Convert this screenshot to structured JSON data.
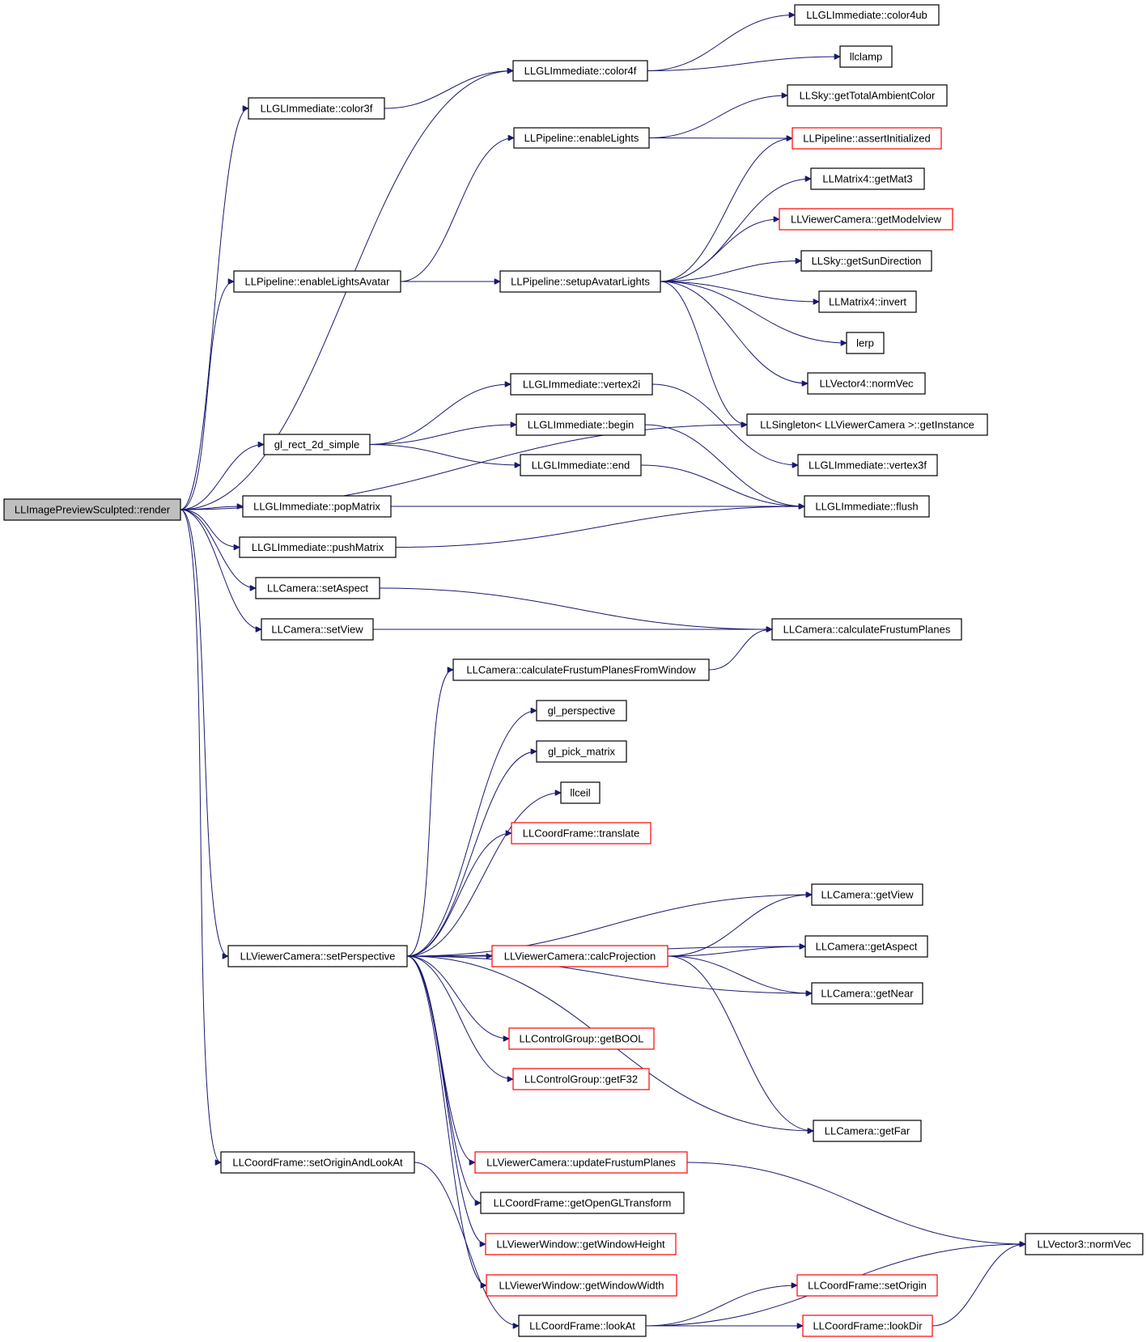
{
  "graph": {
    "root": "LLImagePreviewSculpted::render",
    "colors": {
      "edge": "#191970",
      "root_fill": "#bfbfbf",
      "normal_border": "#000000",
      "truncated_border": "#ff0000"
    },
    "nodes": [
      {
        "id": "render",
        "label": "LLImagePreviewSculpted::render",
        "style": "root"
      },
      {
        "id": "color4ub",
        "label": "LLGLImmediate::color4ub",
        "style": "normal"
      },
      {
        "id": "color4f",
        "label": "LLGLImmediate::color4f",
        "style": "normal"
      },
      {
        "id": "llclamp",
        "label": "llclamp",
        "style": "normal"
      },
      {
        "id": "color3f",
        "label": "LLGLImmediate::color3f",
        "style": "normal"
      },
      {
        "id": "getTotalAmbientColor",
        "label": "LLSky::getTotalAmbientColor",
        "style": "normal"
      },
      {
        "id": "enableLights",
        "label": "LLPipeline::enableLights",
        "style": "normal"
      },
      {
        "id": "assertInitialized",
        "label": "LLPipeline::assertInitialized",
        "style": "red"
      },
      {
        "id": "getMat3",
        "label": "LLMatrix4::getMat3",
        "style": "normal"
      },
      {
        "id": "getModelview",
        "label": "LLViewerCamera::getModelview",
        "style": "red"
      },
      {
        "id": "getSunDirection",
        "label": "LLSky::getSunDirection",
        "style": "normal"
      },
      {
        "id": "enableLightsAvatar",
        "label": "LLPipeline::enableLightsAvatar",
        "style": "normal"
      },
      {
        "id": "setupAvatarLights",
        "label": "LLPipeline::setupAvatarLights",
        "style": "normal"
      },
      {
        "id": "invert",
        "label": "LLMatrix4::invert",
        "style": "normal"
      },
      {
        "id": "lerp",
        "label": "lerp",
        "style": "normal"
      },
      {
        "id": "normVec4",
        "label": "LLVector4::normVec",
        "style": "normal"
      },
      {
        "id": "vertex2i",
        "label": "LLGLImmediate::vertex2i",
        "style": "normal"
      },
      {
        "id": "begin",
        "label": "LLGLImmediate::begin",
        "style": "normal"
      },
      {
        "id": "getInstance",
        "label": "LLSingleton< LLViewerCamera >::getInstance",
        "style": "normal"
      },
      {
        "id": "rect2d",
        "label": "gl_rect_2d_simple",
        "style": "normal"
      },
      {
        "id": "end",
        "label": "LLGLImmediate::end",
        "style": "normal"
      },
      {
        "id": "vertex3f",
        "label": "LLGLImmediate::vertex3f",
        "style": "normal"
      },
      {
        "id": "popMatrix",
        "label": "LLGLImmediate::popMatrix",
        "style": "normal"
      },
      {
        "id": "flush",
        "label": "LLGLImmediate::flush",
        "style": "normal"
      },
      {
        "id": "pushMatrix",
        "label": "LLGLImmediate::pushMatrix",
        "style": "normal"
      },
      {
        "id": "setAspect",
        "label": "LLCamera::setAspect",
        "style": "normal"
      },
      {
        "id": "setView",
        "label": "LLCamera::setView",
        "style": "normal"
      },
      {
        "id": "calcFrustum",
        "label": "LLCamera::calculateFrustumPlanes",
        "style": "normal"
      },
      {
        "id": "calcFrustumWin",
        "label": "LLCamera::calculateFrustumPlanesFromWindow",
        "style": "normal"
      },
      {
        "id": "glPerspective",
        "label": "gl_perspective",
        "style": "normal"
      },
      {
        "id": "glPickMatrix",
        "label": "gl_pick_matrix",
        "style": "normal"
      },
      {
        "id": "llceil",
        "label": "llceil",
        "style": "normal"
      },
      {
        "id": "translate",
        "label": "LLCoordFrame::translate",
        "style": "red"
      },
      {
        "id": "getView",
        "label": "LLCamera::getView",
        "style": "normal"
      },
      {
        "id": "setPerspective",
        "label": "LLViewerCamera::setPerspective",
        "style": "normal"
      },
      {
        "id": "calcProjection",
        "label": "LLViewerCamera::calcProjection",
        "style": "red"
      },
      {
        "id": "getAspect",
        "label": "LLCamera::getAspect",
        "style": "normal"
      },
      {
        "id": "getNear",
        "label": "LLCamera::getNear",
        "style": "normal"
      },
      {
        "id": "getBOOL",
        "label": "LLControlGroup::getBOOL",
        "style": "red"
      },
      {
        "id": "getF32",
        "label": "LLControlGroup::getF32",
        "style": "red"
      },
      {
        "id": "getFar",
        "label": "LLCamera::getFar",
        "style": "normal"
      },
      {
        "id": "setOriginAndLookAt",
        "label": "LLCoordFrame::setOriginAndLookAt",
        "style": "normal"
      },
      {
        "id": "updateFrustum",
        "label": "LLViewerCamera::updateFrustumPlanes",
        "style": "red"
      },
      {
        "id": "getOpenGLTransform",
        "label": "LLCoordFrame::getOpenGLTransform",
        "style": "normal"
      },
      {
        "id": "getWindowHeight",
        "label": "LLViewerWindow::getWindowHeight",
        "style": "red"
      },
      {
        "id": "normVec3",
        "label": "LLVector3::normVec",
        "style": "normal"
      },
      {
        "id": "getWindowWidth",
        "label": "LLViewerWindow::getWindowWidth",
        "style": "red"
      },
      {
        "id": "setOrigin",
        "label": "LLCoordFrame::setOrigin",
        "style": "red"
      },
      {
        "id": "lookAt",
        "label": "LLCoordFrame::lookAt",
        "style": "normal"
      },
      {
        "id": "lookDir",
        "label": "LLCoordFrame::lookDir",
        "style": "red"
      }
    ],
    "edges": [
      {
        "from": "render",
        "to": "color3f"
      },
      {
        "from": "render",
        "to": "color4f"
      },
      {
        "from": "render",
        "to": "enableLightsAvatar"
      },
      {
        "from": "render",
        "to": "getInstance"
      },
      {
        "from": "render",
        "to": "rect2d"
      },
      {
        "from": "render",
        "to": "popMatrix"
      },
      {
        "from": "render",
        "to": "pushMatrix"
      },
      {
        "from": "render",
        "to": "setAspect"
      },
      {
        "from": "render",
        "to": "setView"
      },
      {
        "from": "render",
        "to": "setPerspective"
      },
      {
        "from": "render",
        "to": "setOriginAndLookAt"
      },
      {
        "from": "color3f",
        "to": "color4f"
      },
      {
        "from": "color4f",
        "to": "color4ub"
      },
      {
        "from": "color4f",
        "to": "llclamp"
      },
      {
        "from": "enableLights",
        "to": "getTotalAmbientColor"
      },
      {
        "from": "enableLights",
        "to": "assertInitialized"
      },
      {
        "from": "enableLightsAvatar",
        "to": "enableLights"
      },
      {
        "from": "enableLightsAvatar",
        "to": "setupAvatarLights"
      },
      {
        "from": "setupAvatarLights",
        "to": "assertInitialized"
      },
      {
        "from": "setupAvatarLights",
        "to": "getMat3"
      },
      {
        "from": "setupAvatarLights",
        "to": "getModelview"
      },
      {
        "from": "setupAvatarLights",
        "to": "getSunDirection"
      },
      {
        "from": "setupAvatarLights",
        "to": "invert"
      },
      {
        "from": "setupAvatarLights",
        "to": "lerp"
      },
      {
        "from": "setupAvatarLights",
        "to": "normVec4"
      },
      {
        "from": "setupAvatarLights",
        "to": "getInstance"
      },
      {
        "from": "rect2d",
        "to": "vertex2i"
      },
      {
        "from": "rect2d",
        "to": "begin"
      },
      {
        "from": "rect2d",
        "to": "end"
      },
      {
        "from": "vertex2i",
        "to": "vertex3f"
      },
      {
        "from": "begin",
        "to": "flush"
      },
      {
        "from": "end",
        "to": "flush"
      },
      {
        "from": "popMatrix",
        "to": "flush"
      },
      {
        "from": "pushMatrix",
        "to": "flush"
      },
      {
        "from": "setAspect",
        "to": "calcFrustum"
      },
      {
        "from": "setView",
        "to": "calcFrustum"
      },
      {
        "from": "calcFrustumWin",
        "to": "calcFrustum"
      },
      {
        "from": "setPerspective",
        "to": "calcFrustumWin"
      },
      {
        "from": "setPerspective",
        "to": "glPerspective"
      },
      {
        "from": "setPerspective",
        "to": "glPickMatrix"
      },
      {
        "from": "setPerspective",
        "to": "llceil"
      },
      {
        "from": "setPerspective",
        "to": "translate"
      },
      {
        "from": "setPerspective",
        "to": "getView"
      },
      {
        "from": "setPerspective",
        "to": "calcProjection"
      },
      {
        "from": "setPerspective",
        "to": "getAspect"
      },
      {
        "from": "setPerspective",
        "to": "getNear"
      },
      {
        "from": "setPerspective",
        "to": "getBOOL"
      },
      {
        "from": "setPerspective",
        "to": "getF32"
      },
      {
        "from": "setPerspective",
        "to": "getFar"
      },
      {
        "from": "setPerspective",
        "to": "updateFrustum"
      },
      {
        "from": "setPerspective",
        "to": "getOpenGLTransform"
      },
      {
        "from": "setPerspective",
        "to": "getWindowHeight"
      },
      {
        "from": "setPerspective",
        "to": "getWindowWidth"
      },
      {
        "from": "calcProjection",
        "to": "getView"
      },
      {
        "from": "calcProjection",
        "to": "getAspect"
      },
      {
        "from": "calcProjection",
        "to": "getNear"
      },
      {
        "from": "calcProjection",
        "to": "getFar"
      },
      {
        "from": "updateFrustum",
        "to": "normVec3"
      },
      {
        "from": "setOriginAndLookAt",
        "to": "lookAt"
      },
      {
        "from": "lookAt",
        "to": "normVec3"
      },
      {
        "from": "lookAt",
        "to": "setOrigin"
      },
      {
        "from": "lookAt",
        "to": "lookDir"
      },
      {
        "from": "lookDir",
        "to": "normVec3"
      }
    ]
  }
}
